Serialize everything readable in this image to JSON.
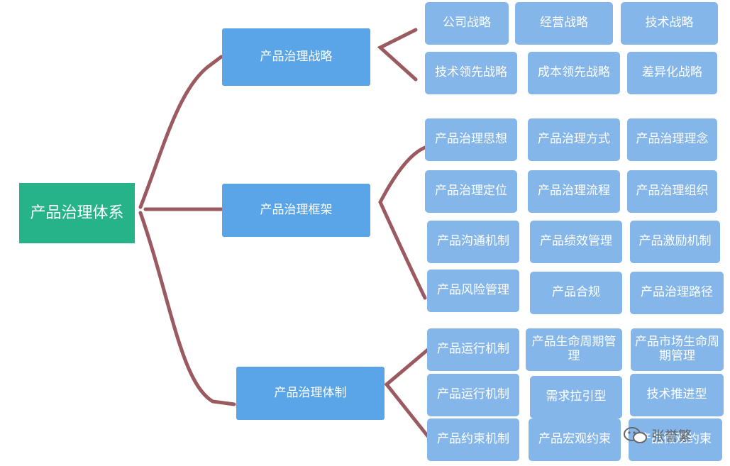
{
  "root": {
    "label": "产品治理体系"
  },
  "branches": [
    {
      "label": "产品治理战略",
      "leaves": [
        "公司战略",
        "经营战略",
        "技术战略",
        "技术领先战略",
        "成本领先战略",
        "差异化战略"
      ]
    },
    {
      "label": "产品治理框架",
      "leaves": [
        "产品治理思想",
        "产品治理方式",
        "产品治理理念",
        "产品治理定位",
        "产品治理流程",
        "产品治理组织",
        "产品沟通机制",
        "产品绩效管理",
        "产品激励机制",
        "产品风险管理",
        "产品合规",
        "产品治理路径"
      ]
    },
    {
      "label": "产品治理体制",
      "leaves": [
        "产品运行机制",
        "产品生命周期管理",
        "产品市场生命周期管理",
        "产品运行机制",
        "需求拉引型",
        "技术推进型",
        "产品约束机制",
        "产品宏观约束",
        "产品微观约束"
      ]
    }
  ],
  "watermark": {
    "text": "张誉繁",
    "icon": "wechat-icon"
  },
  "colors": {
    "root": "#26b38a",
    "branch": "#5aa5e8",
    "leaf": "#84b6ea",
    "connector": "#9a5a5f"
  }
}
